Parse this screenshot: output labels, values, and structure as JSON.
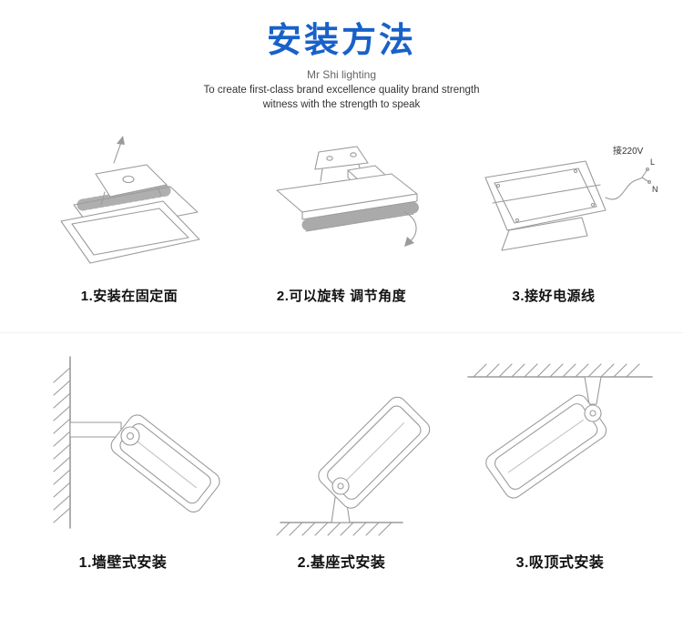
{
  "header": {
    "title": "安装方法",
    "brand": "Mr Shi lighting",
    "tagline1": "To create first-class brand excellence quality brand strength",
    "tagline2": "witness with the strength to speak"
  },
  "steps": [
    {
      "label": "1.安装在固定面"
    },
    {
      "label": "2.可以旋转 调节角度"
    },
    {
      "label": "3.接好电源线"
    }
  ],
  "wiring": {
    "voltage_label": "接220V",
    "live_wire": "L",
    "neutral_wire": "N"
  },
  "mount_types": [
    {
      "label": "1.墙壁式安装"
    },
    {
      "label": "2.基座式安装"
    },
    {
      "label": "3.吸顶式安装"
    }
  ],
  "colors": {
    "title_blue": "#1861c9",
    "line_gray": "#9b9b9b",
    "text_dark": "#111111"
  }
}
